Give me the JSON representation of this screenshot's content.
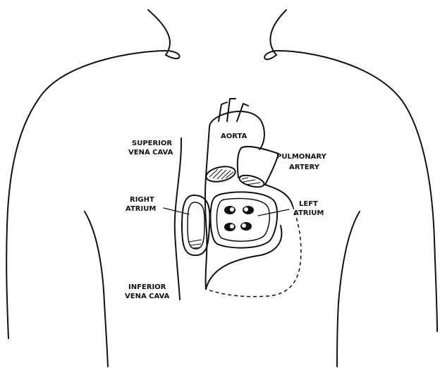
{
  "labels": {
    "superior_vena_cava": [
      "SUPERIOR",
      "VENA CAVA"
    ],
    "aorta": "AORTA",
    "pulmonary_artery": [
      "PULMONARY",
      "ARTERY"
    ],
    "right_atrium": [
      "RIGHT",
      "ATRIUM"
    ],
    "left_atrium": [
      "LEFT",
      "ATRIUM"
    ],
    "inferior_vena_cava": [
      "INFERIOR",
      "VENA CAVA"
    ]
  },
  "colors": {
    "ink": "#111111",
    "background": "#ffffff"
  }
}
